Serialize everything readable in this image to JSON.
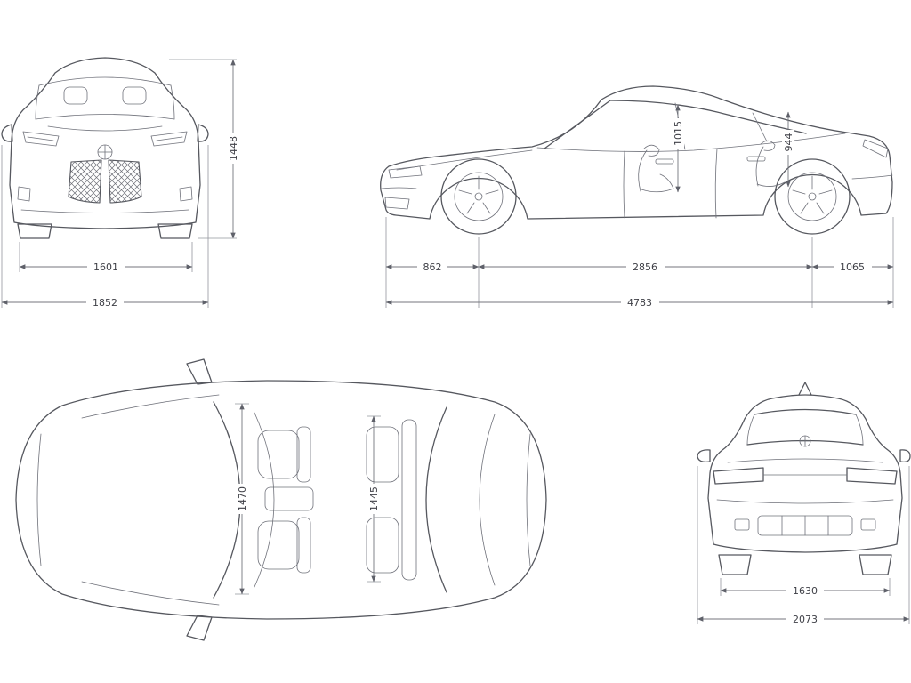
{
  "colors": {
    "line": "#56585f",
    "label": "#3f4047",
    "background": "#ffffff"
  },
  "views": {
    "front": {
      "dims": {
        "height": "1448",
        "track_width": "1601",
        "overall_width": "1852"
      }
    },
    "side": {
      "dims": {
        "front_headroom": "1015",
        "rear_headroom": "944",
        "front_overhang": "862",
        "wheelbase": "2856",
        "rear_overhang": "1065",
        "overall_length": "4783"
      }
    },
    "top": {
      "dims": {
        "front_shoulder_width": "1470",
        "rear_shoulder_width": "1445"
      }
    },
    "rear": {
      "dims": {
        "track_width": "1630",
        "width_incl_mirrors": "2073"
      }
    }
  }
}
